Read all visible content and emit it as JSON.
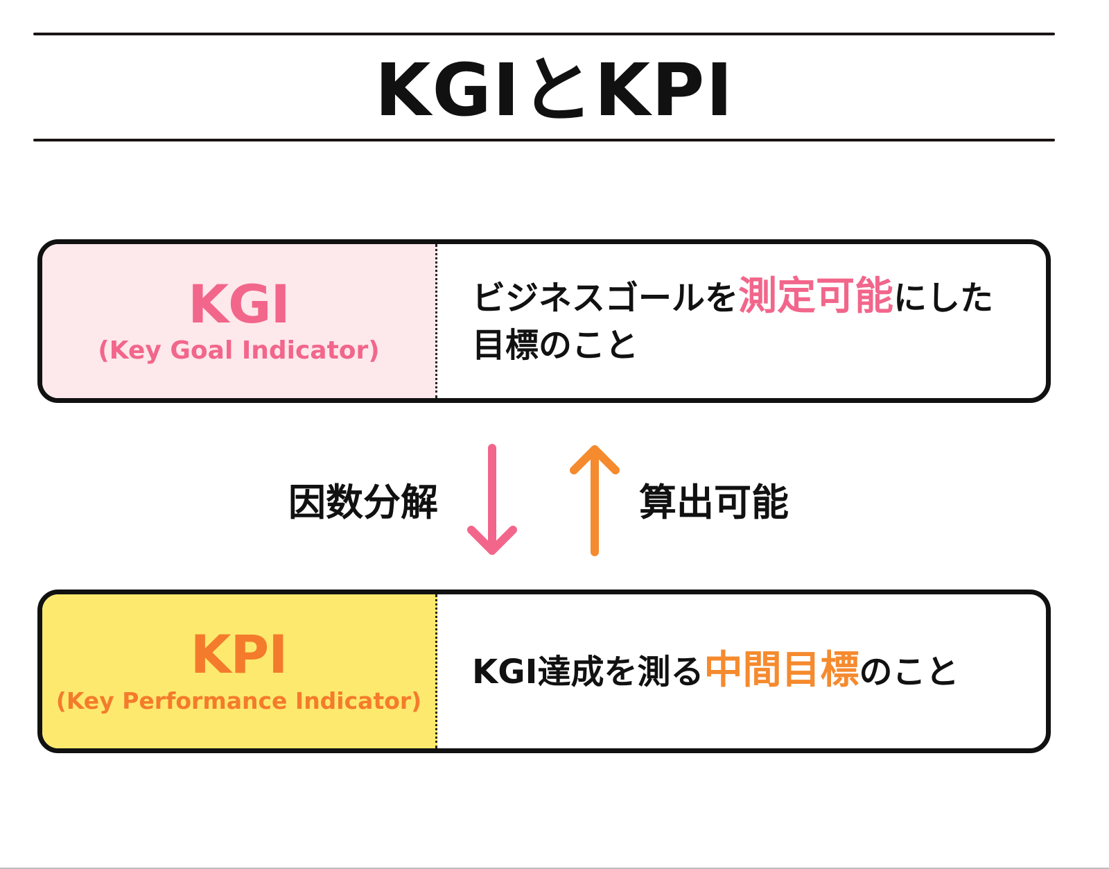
{
  "header": {
    "title": "KGIとKPI"
  },
  "kgi": {
    "abbr": "KGI",
    "full_name": "(Key Goal Indicator)",
    "description_pre": "ビジネスゴールを",
    "description_highlight": "測定可能",
    "description_post": "にした目標のこと",
    "label_bg_color": "#fde8eb",
    "accent_color": "#f2668b"
  },
  "relation": {
    "down_label": "因数分解",
    "down_arrow_icon": "arrow-down-icon",
    "down_arrow_color": "#f2668b",
    "up_label": "算出可能",
    "up_arrow_icon": "arrow-up-icon",
    "up_arrow_color": "#f58a2e"
  },
  "kpi": {
    "abbr": "KPI",
    "full_name": "(Key Performance Indicator)",
    "description_pre": "KGI達成を測る",
    "description_highlight": "中間目標",
    "description_post": "のこと",
    "label_bg_color": "#fde96e",
    "accent_color": "#f47b2c"
  }
}
